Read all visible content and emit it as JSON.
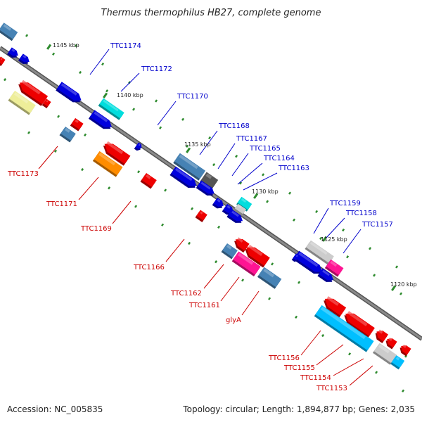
{
  "title": "Thermus thermophilus HB27, complete genome",
  "footer": {
    "accession": "Accession: NC_005835",
    "topology": "Topology: circular; Length: 1,894,877 bp; Genes: 2,035"
  },
  "colors": {
    "backbone": "#777777",
    "forward_label": "#0000cc",
    "reverse_label": "#cc0000",
    "tick": "#2e8b2e"
  },
  "scale_labels": [
    "1145 kbp",
    "1140 kbp",
    "1135 kbp",
    "1130 kbp",
    "1125 kbp",
    "1120 kbp"
  ],
  "forward_genes": [
    "TTC1174",
    "TTC1172",
    "TTC1170",
    "TTC1168",
    "TTC1167",
    "TTC1165",
    "TTC1164",
    "TTC1163",
    "TTC1159",
    "TTC1158",
    "TTC1157"
  ],
  "reverse_genes": [
    "TTC1173",
    "TTC1171",
    "TTC1169",
    "TTC1166",
    "TTC1162",
    "TTC1161",
    "glyA",
    "TTC1156",
    "TTC1155",
    "TTC1154",
    "TTC1153"
  ]
}
